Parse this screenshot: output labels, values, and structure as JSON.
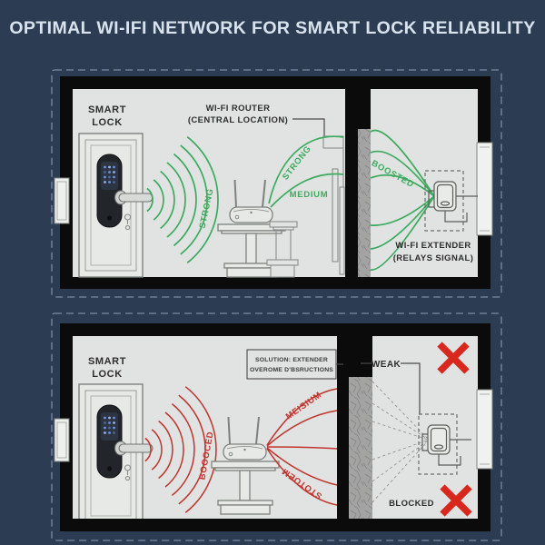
{
  "title": "OPTIMAL WI-IFI NETWORK FOR SMART LOCK RELIABILITY",
  "colors": {
    "background": "#2b3c53",
    "title": "#d9e3ed",
    "wall": "#0b0b0b",
    "room": "#e0e3e1",
    "signal_good": "#3caa5f",
    "signal_bad": "#c0342e",
    "error": "#d8271d",
    "concrete": "#a3a3a1",
    "dashed": "#8296ac"
  },
  "top": {
    "smart_lock": {
      "line1": "SMART",
      "line2": "LOCK"
    },
    "router_label": {
      "line1": "WI-FI ROUTER",
      "line2": "(CENTRAL LOCATION)"
    },
    "signals": {
      "door": "STRONG",
      "upper_arc": "STRONG",
      "lower_arc": "MEDIUM",
      "boosted": "BOOSTED"
    },
    "extender_label": {
      "line1": "WI-FI EXTENDER",
      "line2": "(RELAYS SIGNAL)"
    }
  },
  "bottom": {
    "smart_lock": {
      "line1": "SMART",
      "line2": "LOCK"
    },
    "solution_box": {
      "line1": "SOLUTION: EXTENDER",
      "line2": "OVEROME D'BSRUCTIONS"
    },
    "signals": {
      "door": "BOOOCED",
      "upper_arc": "MEISIUM",
      "lower_arc": "STOTOEM",
      "weak": "WEAK",
      "blocked": "BLOCKED"
    }
  }
}
